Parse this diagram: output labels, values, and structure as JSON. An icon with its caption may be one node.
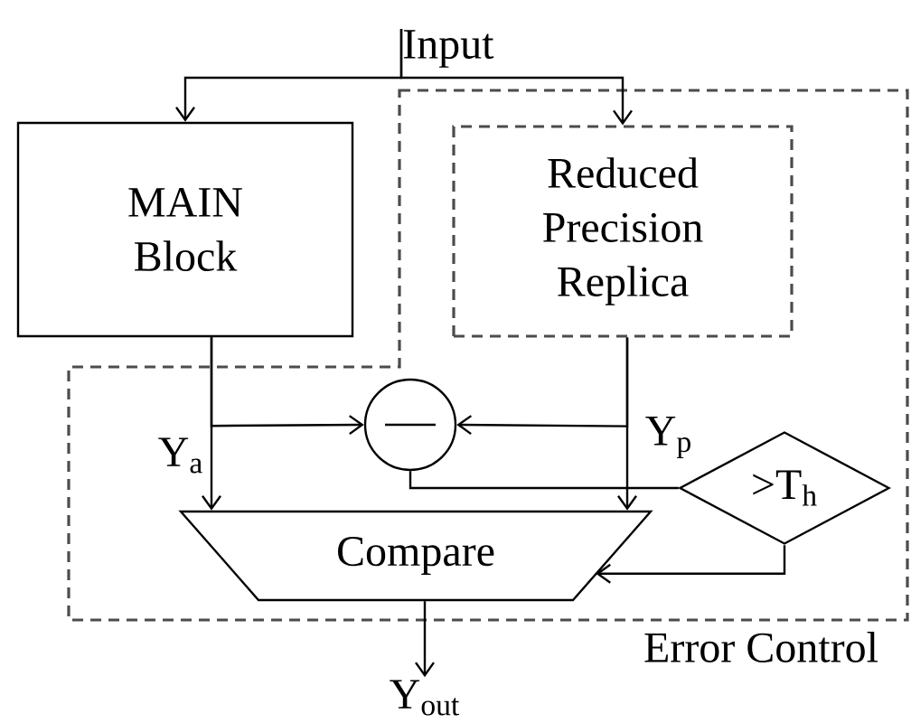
{
  "diagram": {
    "nodes": [
      {
        "text": [
          "Input"
        ]
      },
      {
        "text": [
          "MAIN Block"
        ]
      },
      {
        "text": [
          "Error Control"
        ]
      },
      {
        "text": [
          "Reduced Precision Replica"
        ],
        "in": 2
      },
      {
        "text": [],
        "shape": "circle",
        "in": 2
      },
      {
        "text": [
          ">T$_{h}$"
        ],
        "in": 2
      },
      {
        "text": [
          "Compare"
        ],
        "in": 2
      },
      {
        "text": [
          "Y$_{out}$"
        ]
      }
    ],
    "edges": [
      {
        "from": 0,
        "to": 1,
        "arrow": "to"
      },
      {
        "from": 0,
        "to": 3,
        "arrow": "to"
      },
      {
        "from": 1,
        "to": 6,
        "arrow": "to",
        "label": "Y$_{a}$"
      },
      {
        "from": 1,
        "to": 4,
        "arrow": "to"
      },
      {
        "from": 3,
        "to": 6,
        "arrow": "to",
        "label": "Y$_{p}$"
      },
      {
        "from": 3,
        "to": 4,
        "arrow": "to"
      },
      {
        "from": 4,
        "to": 5,
        "arrow": "none"
      },
      {
        "from": 5,
        "to": 6,
        "arrow": "to"
      },
      {
        "from": 6,
        "to": 7,
        "arrow": "to"
      }
    ]
  }
}
